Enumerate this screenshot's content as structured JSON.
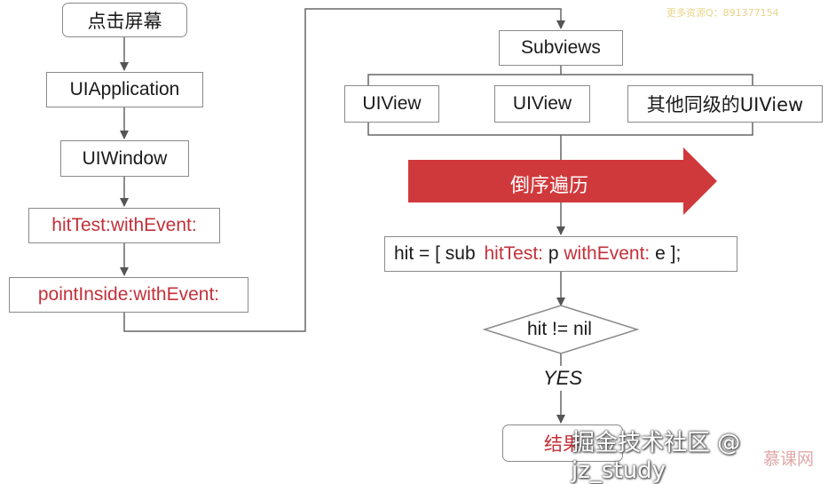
{
  "left_flow": {
    "tap_screen": "点击屏幕",
    "ui_application": "UIApplication",
    "ui_window": "UIWindow",
    "hit_test": "hitTest:withEvent:",
    "point_inside": "pointInside:withEvent:"
  },
  "right_flow": {
    "subviews": "Subviews",
    "uiview_1": "UIView",
    "uiview_2": "UIView",
    "sibling_uiview": "其他同级的UIView",
    "reverse_traverse": "倒序遍历",
    "hit_code": {
      "prefix": "hit = [ sub ",
      "method1": "hitTest:",
      "middle": " p ",
      "method2": "withEvent:",
      "suffix": " e ];"
    },
    "condition": "hit != nil",
    "yes_label": "YES",
    "result": "结果"
  },
  "watermarks": {
    "top_right": "更多资源Q：891377154",
    "bottom_right": "掘金技术社区 @ jz_study",
    "logo": "慕课网"
  },
  "colors": {
    "accent_red": "#c3303a",
    "arrow_red": "#d0393b",
    "border_gray": "#8a8a8a"
  }
}
